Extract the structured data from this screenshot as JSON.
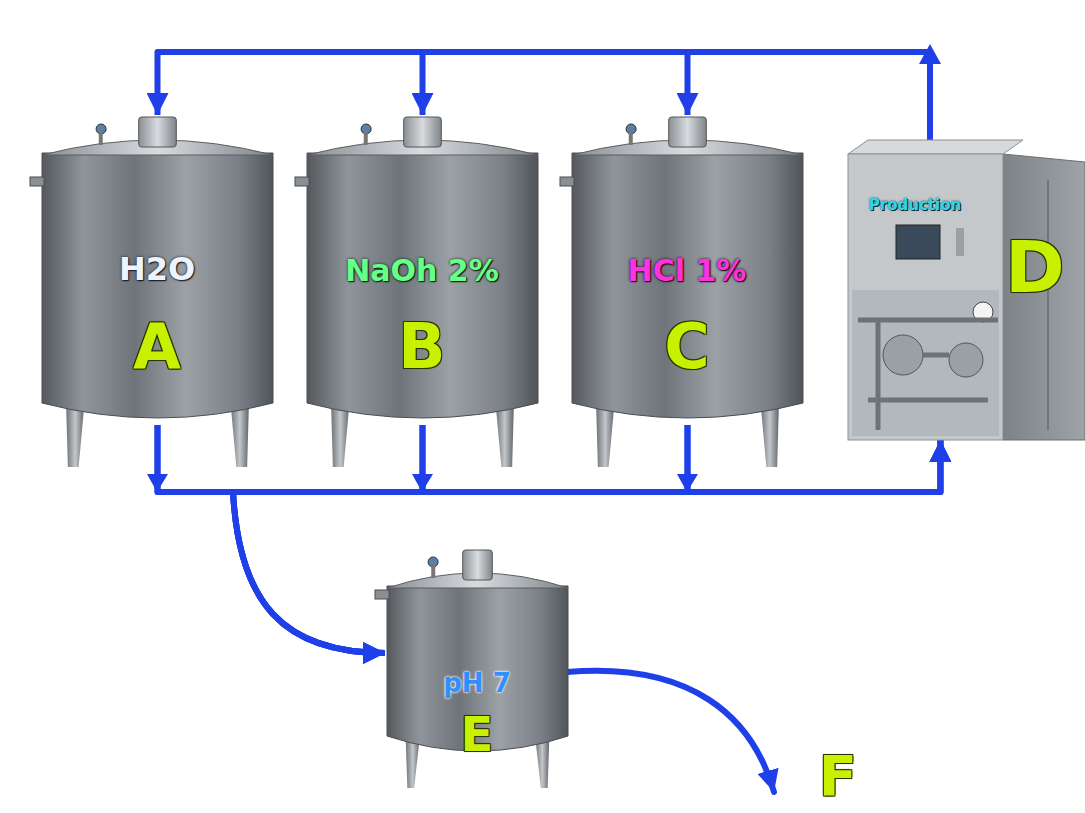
{
  "diagram": {
    "nodes": [
      {
        "text": [
          "H2O",
          "A"
        ]
      },
      {
        "text": [
          "NaOh 2%",
          "B"
        ]
      },
      {
        "text": [
          "HCl 1%",
          "C"
        ]
      },
      {
        "text": [
          "Production",
          "D"
        ]
      },
      {
        "text": [
          "pH 7",
          "E"
        ]
      }
    ],
    "edges": [
      {
        "from": 3,
        "to": 0,
        "arrow": "to"
      },
      {
        "from": 3,
        "to": 1,
        "arrow": "to"
      },
      {
        "from": 3,
        "to": 2,
        "arrow": "to"
      },
      {
        "from": 0,
        "to": 3,
        "arrow": "to"
      },
      {
        "from": 1,
        "to": 3,
        "arrow": "to"
      },
      {
        "from": 2,
        "to": 3,
        "arrow": "to"
      },
      {
        "from": 0,
        "to": 4,
        "arrow": "to"
      },
      {
        "from": 1,
        "to": 4,
        "arrow": "to"
      },
      {
        "from": 2,
        "to": 4,
        "arrow": "to"
      }
    ],
    "labels": [
      "F"
    ]
  }
}
